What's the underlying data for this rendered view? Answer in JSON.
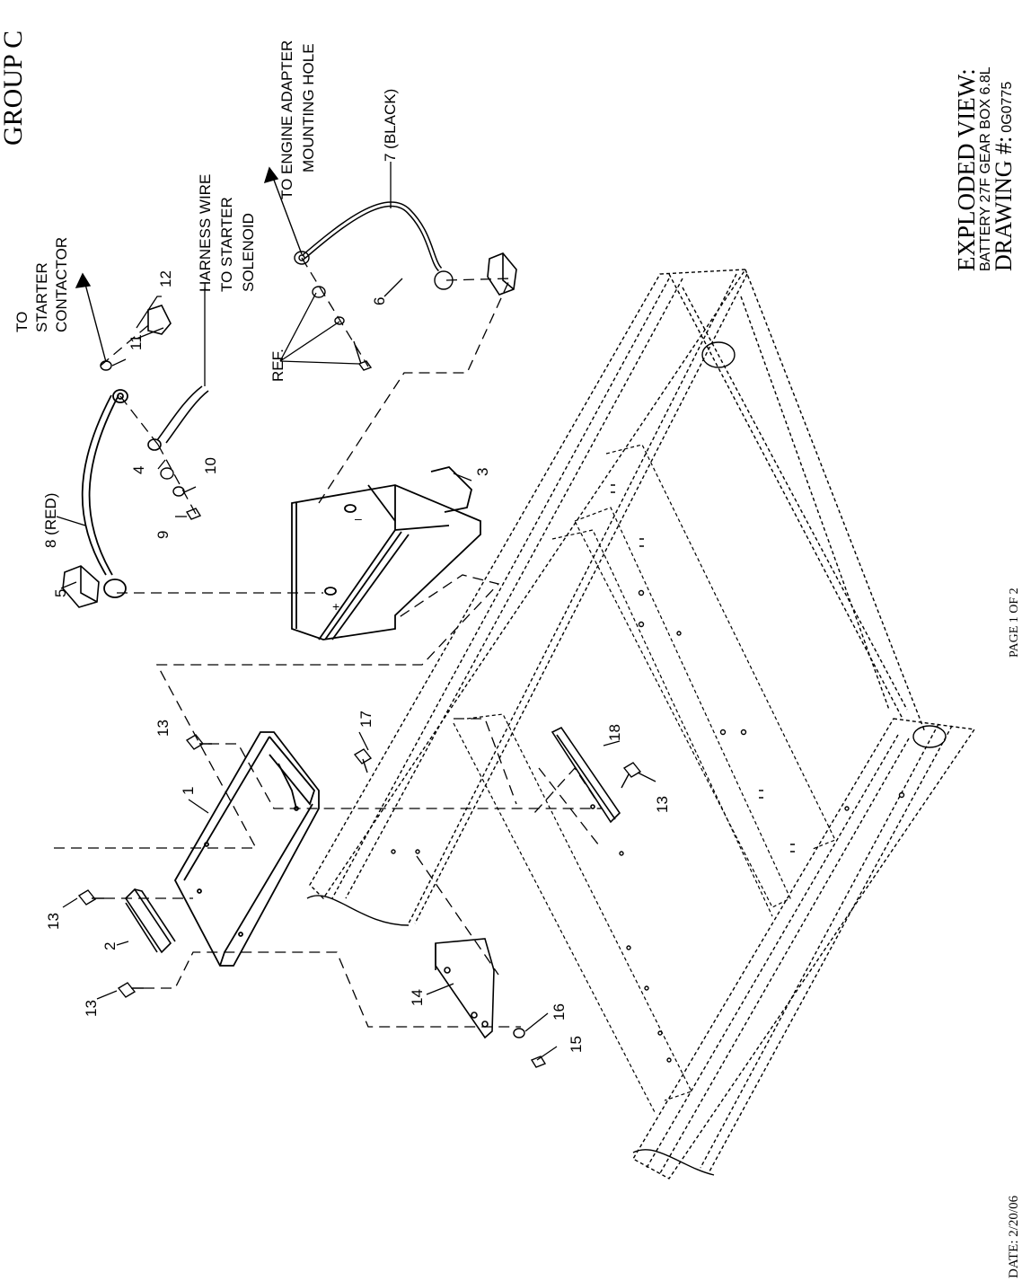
{
  "header": {
    "group": "GROUP C",
    "date": "DATE: 2/20/06",
    "page": "PAGE 1 OF 2"
  },
  "title_block": {
    "line1": "EXPLODED VIEW:",
    "line2": "BATTERY 27F GEAR BOX 6.8L",
    "line3_label": "DRAWING #:",
    "line3_value": "0G0775"
  },
  "callouts": {
    "to_starter_contactor": [
      "TO",
      "STARTER",
      "CONTACTOR"
    ],
    "harness_wire": [
      "HARNESS WIRE",
      "TO STARTER",
      "SOLENOID"
    ],
    "to_engine_adapter": [
      "TO ENGINE ADAPTER",
      "MOUNTING HOLE"
    ],
    "ref": "REF.",
    "red_cable": "8 (RED)",
    "black_cable": "7 (BLACK)"
  },
  "part_numbers": {
    "p1": "1",
    "p2": "2",
    "p3": "3",
    "p4": "4",
    "p5": "5",
    "p6": "6",
    "p9": "9",
    "p10": "10",
    "p11": "11",
    "p12": "12",
    "p13": "13",
    "p14": "14",
    "p15": "15",
    "p16": "16",
    "p17": "17",
    "p18": "18"
  },
  "terminals": {
    "plus": "+",
    "minus": "–"
  }
}
